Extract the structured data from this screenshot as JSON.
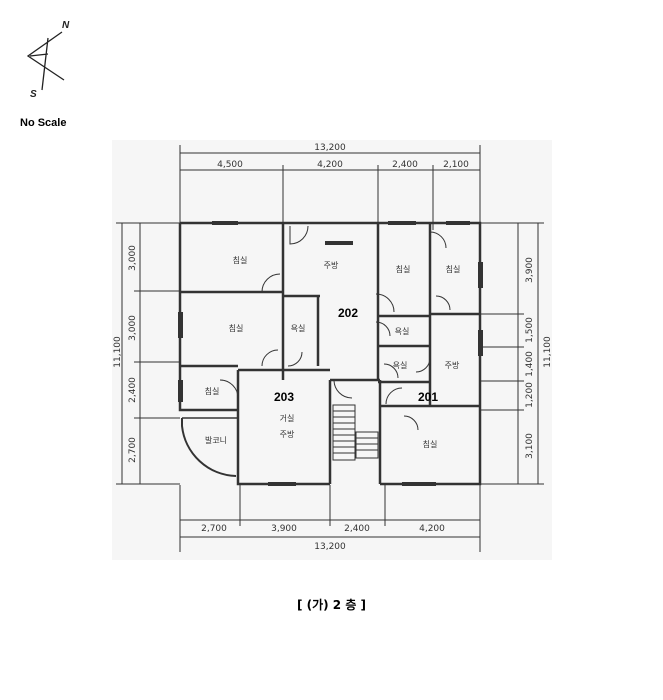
{
  "compass": {
    "north": "N",
    "south": "S",
    "icon": "compass-arrow-icon"
  },
  "scale_note": "No Scale",
  "caption": "[ (가) 2 층 ]",
  "dimensions": {
    "top_total": "13,200",
    "top": [
      "4,500",
      "4,200",
      "2,400",
      "2,100"
    ],
    "bottom": [
      "2,700",
      "3,900",
      "2,400",
      "4,200"
    ],
    "bottom_total": "13,200",
    "left": [
      "3,000",
      "3,000",
      "2,400",
      "2,700"
    ],
    "left_total": "11,100",
    "right": [
      "3,900",
      "1,500",
      "1,400",
      "1,200",
      "3,100"
    ],
    "right_total": "11,100"
  },
  "rooms": {
    "bedroom": "침실",
    "kitchen": "주방",
    "bath": "욕실",
    "living_kitchen_1": "거실",
    "living_kitchen_2": "주방",
    "balcony": "발코니"
  },
  "units": [
    "202",
    "203",
    "201"
  ]
}
